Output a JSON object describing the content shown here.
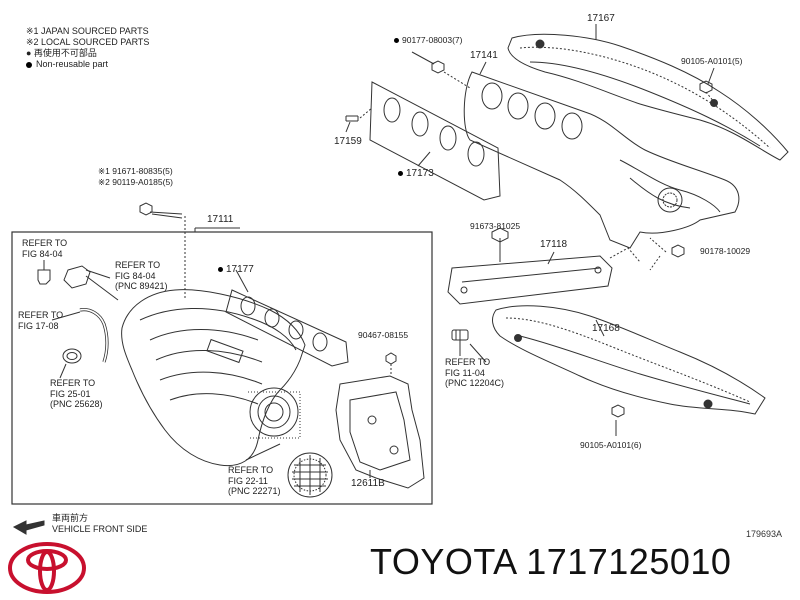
{
  "legend": {
    "line1": "※1 JAPAN SOURCED PARTS",
    "line2": "※2 LOCAL SOURCED PARTS",
    "line3": "● 再使用不可部品",
    "line4": "Non-reusable part"
  },
  "parts": {
    "p17167": "17167",
    "p90177": "90177-08003(7)",
    "p17141": "17141",
    "p90105a": "90105-A0101(5)",
    "p17159": "17159",
    "p17173": "17173",
    "p91671": "※1 91671-80835(5)",
    "p90119": "※2 90119-A0185(5)",
    "p17111": "17111",
    "p17177": "17177",
    "p91673": "91673-81025",
    "p17118": "17118",
    "p90178": "90178-10029",
    "p17168": "17168",
    "p90467": "90467-08155",
    "p12611b": "12611B",
    "p90105b": "90105-A0101(6)"
  },
  "refers": {
    "r1": "REFER TO\nFIG 84-04",
    "r2": "REFER TO\nFIG 84-04\n(PNC 89421)",
    "r3": "REFER TO\nFIG 17-08",
    "r4": "REFER TO\nFIG 25-01\n(PNC 25628)",
    "r5": "REFER TO\nFIG 22-11\n(PNC 22271)",
    "r6": "REFER TO\nFIG 11-04\n(PNC 12204C)"
  },
  "front": {
    "jp": "車両前方",
    "en": "VEHICLE FRONT SIDE"
  },
  "illustration_number": "179693A",
  "brand_text": "TOYOTA 1717125010",
  "colors": {
    "logo_red": "#c8102e",
    "line": "#333333"
  }
}
